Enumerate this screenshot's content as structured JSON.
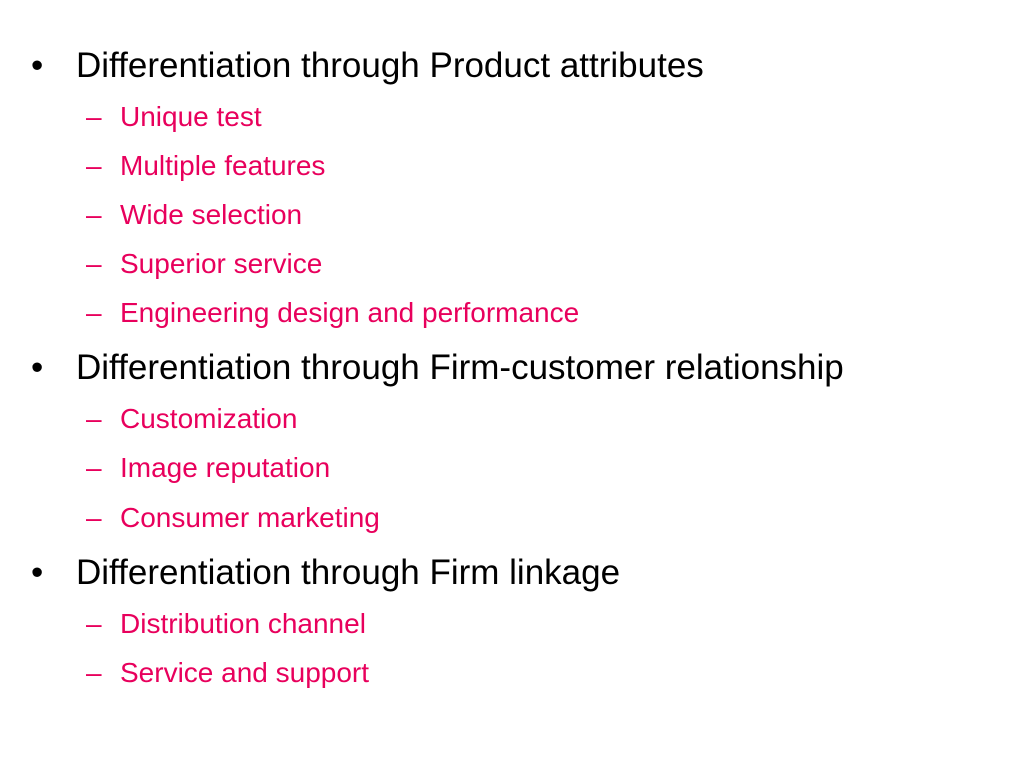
{
  "slide": {
    "sub_color": "#e8005c",
    "sections": [
      {
        "bullet": "•",
        "heading": "Differentiation through Product attributes",
        "items": [
          "Unique test",
          "Multiple features",
          "Wide selection",
          "Superior service",
          "Engineering design and performance"
        ]
      },
      {
        "bullet": "•",
        "heading": "Differentiation through Firm-customer relationship",
        "items": [
          "Customization",
          "Image reputation",
          "Consumer marketing"
        ]
      },
      {
        "bullet": "•",
        "heading": "Differentiation through Firm linkage",
        "items": [
          "Distribution channel",
          "Service and support"
        ]
      }
    ],
    "dash": "–"
  }
}
